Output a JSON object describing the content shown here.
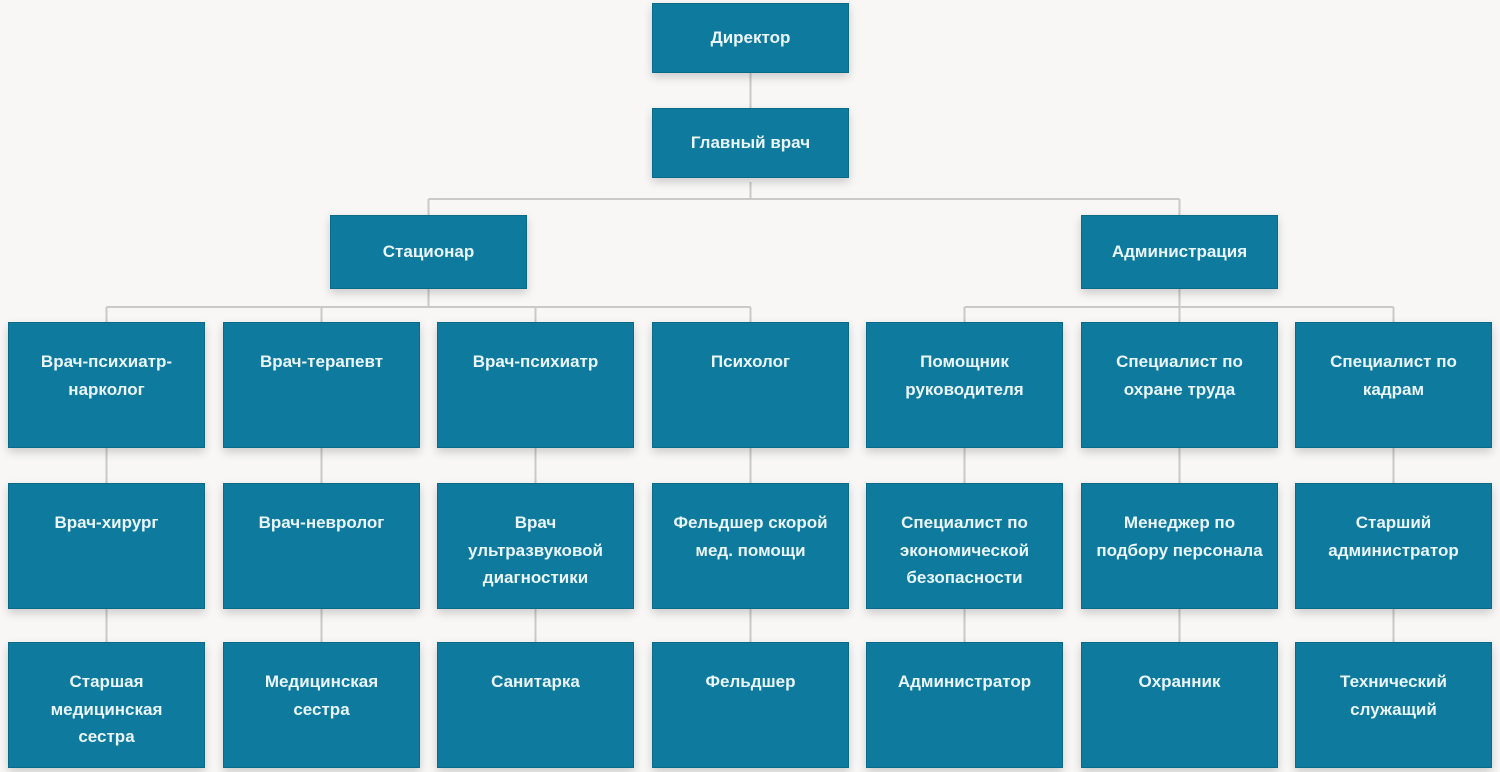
{
  "diagram": {
    "type": "org-chart",
    "root": {
      "label": "Директор"
    },
    "level2": {
      "label": "Главный врач"
    },
    "branches": [
      {
        "label": "Стационар"
      },
      {
        "label": "Администрация"
      }
    ],
    "columns": [
      {
        "branch": "Стационар",
        "chain": [
          "Врач-психиатр-нарколог",
          "Врач-хирург",
          "Старшая медицинская сестра"
        ]
      },
      {
        "branch": "Стационар",
        "chain": [
          "Врач-терапевт",
          "Врач-невролог",
          "Медицинская сестра"
        ]
      },
      {
        "branch": "Стационар",
        "chain": [
          "Врач-психиатр",
          "Врач ультразвуковой диагностики",
          "Санитарка"
        ]
      },
      {
        "branch": "Стационар",
        "chain": [
          "Психолог",
          "Фельдшер скорой мед. помощи",
          "Фельдшер"
        ]
      },
      {
        "branch": "Администрация",
        "chain": [
          "Помощник руководителя",
          "Специалист по экономической безопасности",
          "Администратор"
        ]
      },
      {
        "branch": "Администрация",
        "chain": [
          "Специалист по охране труда",
          "Менеджер по подбору персонала",
          "Охранник"
        ]
      },
      {
        "branch": "Администрация",
        "chain": [
          "Специалист по кадрам",
          "Старший администратор",
          "Технический служащий"
        ]
      }
    ],
    "colors": {
      "box_fill": "#0e7a9e",
      "box_border": "#0a6a8a",
      "box_text": "#eaf6fb",
      "connector": "#c9c9c9",
      "background": "#f8f7f6"
    }
  }
}
